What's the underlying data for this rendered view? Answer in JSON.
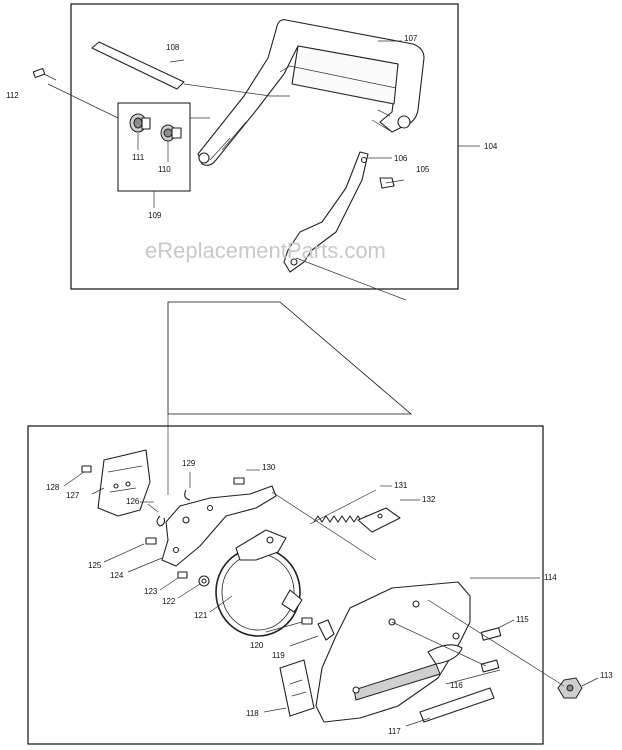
{
  "watermark": "eReplacementParts.com",
  "callouts": {
    "c104": "104",
    "c105": "105",
    "c106": "106",
    "c107": "107",
    "c108": "108",
    "c109": "109",
    "c110": "110",
    "c111": "111",
    "c112": "112",
    "c113": "113",
    "c114": "114",
    "c115": "115",
    "c116": "116",
    "c117": "117",
    "c118": "118",
    "c119": "119",
    "c120": "120",
    "c121": "121",
    "c122": "122",
    "c123": "123",
    "c124": "124",
    "c125": "125",
    "c126": "126",
    "c127": "127",
    "c128": "128",
    "c129": "129",
    "c130": "130",
    "c131": "131",
    "c132": "132"
  }
}
